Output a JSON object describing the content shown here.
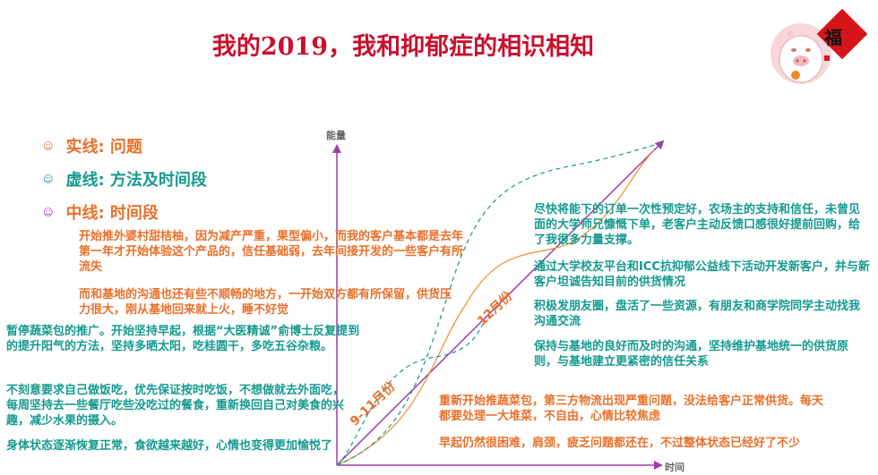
{
  "title": "我的2019，我和抑郁症的相识相知",
  "legend": [
    {
      "marker": "☺",
      "label": "实线: 问题",
      "color": "#e8702a",
      "marker_color": "#e8702a"
    },
    {
      "marker": "☺",
      "label": "虚线: 方法及时间段",
      "color": "#159a8f",
      "marker_color": "#159a8f"
    },
    {
      "marker": "☺",
      "label": "中线: 时间段",
      "color": "#e8702a",
      "marker_color": "#9b3fa6"
    }
  ],
  "axes": {
    "y_label": "能量",
    "x_label": "时间"
  },
  "period_labels": {
    "early": "9-11月份",
    "late": "12月份"
  },
  "left_problems": [
    "开始推外婆村甜桔柚，因为减产严重，果型偏小，而我的客户基本都是去年第一年才开始体验这个产品的，信任基础弱，去年间接开发的一些客户有所流失",
    "而和基地的沟通也还有些不顺畅的地方，一开始双方都有所保留，供货压力很大，刚从基地回来就上火，睡不好觉"
  ],
  "left_methods": [
    "暂停蔬菜包的推广。开始坚持早起，根据“大医精诚”俞博士反复提到的提升阳气的方法，坚持多晒太阳，吃桂圆干，多吃五谷杂粮。",
    "不刻意要求自己做饭吃，优先保证按时吃饭，不想做就去外面吃，每周坚持去一些餐厅吃些没吃过的餐食，重新换回自己对美食的兴趣，减少水果的摄入。",
    "身体状态逐渐恢复正常，食欲越来越好，心情也变得更加愉悦了"
  ],
  "right_methods": [
    "尽快将能下的订单一次性预定好，农场主的支持和信任，未曾见面的大学师兄慷慨下单，老客户主动反馈口感很好提前回购，给了我很多力量支撑。",
    "通过大学校友平台和ICC抗抑郁公益线下活动开发新客户，并与新客户坦诚告知目前的供货情况",
    "积极发朋友圈，盘活了一些资源，有朋友和商学院同学主动找我沟通交流",
    "保持与基地的良好而及时的沟通，坚持维护基地统一的供货原则，与基地建立更紧密的信任关系"
  ],
  "bottom_problems": [
    "重新开始推蔬菜包，第三方物流出现严重问题，没法给客户正常供货。每天都要处理一大堆菜，不自由，心情比较焦虑",
    "早起仍然很困难，肩颈，疲乏问题都还在，不过整体状态已经好了不少"
  ],
  "logo": {
    "character": "福"
  },
  "colors": {
    "title": "#c8102e",
    "orange": "#e8702a",
    "teal": "#159a8f",
    "purple": "#9b3fa6",
    "axis": "#9b3fa6"
  }
}
